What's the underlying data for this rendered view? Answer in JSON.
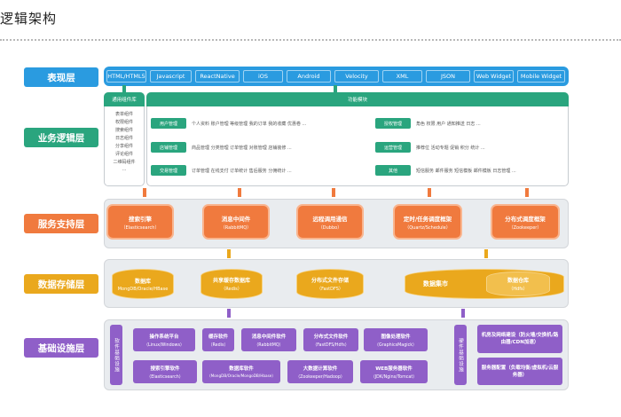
{
  "page": {
    "title": "逻辑架构"
  },
  "colors": {
    "presentation": "#2a9be0",
    "business": "#2aa57e",
    "service": "#f07a3e",
    "storage": "#eaa81d",
    "infrastructure": "#8f5fc8",
    "connector_service": "#f07a3e",
    "connector_storage": "#eaa81d",
    "connector_infra": "#8f5fc8"
  },
  "layers": {
    "presentation": {
      "label": "表现层",
      "items": [
        "HTML/HTML5",
        "Javascript",
        "ReactNative",
        "iOS",
        "Android",
        "Velocity",
        "XML",
        "JSON",
        "Web Widget",
        "Mobile Widget"
      ]
    },
    "business": {
      "label": "业务逻辑层",
      "left_title": "通用组件库",
      "left_items": [
        "表单组件",
        "权限组件",
        "搜索组件",
        "日志组件",
        "分享组件",
        "评论组件",
        "二维码组件",
        "..."
      ],
      "right_title": "功能模块",
      "rows": [
        {
          "tag": "用户管理",
          "text": "个人资料   账户管理   等级管理   我的订单   我的收藏   优惠卷   ...",
          "tag2": "授权管理",
          "text2": "角色   权限   用户   通知推送   日志   ..."
        },
        {
          "tag": "店铺管理",
          "text": "商品管理   分类管理   订单管理   对账管理   店铺装修   ...",
          "tag2": "运营管理",
          "text2": "推荐位   活动专题   促销   积分   统计   ..."
        },
        {
          "tag": "交易管理",
          "text": "订单管理   在线支付   订单统计   售后服务   分佣统计   ...",
          "tag2": "其他",
          "text2": "短信服务   邮件服务   短信模板   邮件模板   日志管理   ..."
        }
      ]
    },
    "service": {
      "label": "服务支持层",
      "items": [
        {
          "title": "搜索引擎",
          "sub": "（Elasticsearch）"
        },
        {
          "title": "消息中间件",
          "sub": "（RabbitMQ）"
        },
        {
          "title": "远程调用通信",
          "sub": "（Dubbo）"
        },
        {
          "title": "定时/任务调度框架",
          "sub": "（Quartz/Schedule）"
        },
        {
          "title": "分布式调度框架",
          "sub": "（Zookeeper）"
        }
      ]
    },
    "storage": {
      "label": "数据存储层",
      "items": [
        {
          "title": "数据库",
          "sub": "MongDB/Oracle/HBase"
        },
        {
          "title": "共享缓存数据库",
          "sub": "（Redis）"
        },
        {
          "title": "分布式文件存储",
          "sub": "（FastDFS）"
        },
        {
          "title": "数据集市",
          "sub": ""
        },
        {
          "title": "数据仓库",
          "sub": "（Hdfs）"
        }
      ]
    },
    "infrastructure": {
      "label": "基础设施层",
      "left_side": "软件基础设施",
      "right_side": "硬件基础设施",
      "items": [
        {
          "title": "操作系统平台",
          "sub": "（Linux/Windows）"
        },
        {
          "title": "缓存软件",
          "sub": "（Redis）"
        },
        {
          "title": "消息中间件软件",
          "sub": "（RabbitMQ）"
        },
        {
          "title": "分布式文件软件",
          "sub": "（FastDFS/Hdfs）"
        },
        {
          "title": "图像处理软件",
          "sub": "（GraphicsMagick）"
        },
        {
          "title": "搜索引擎软件",
          "sub": "（Elasticsearch）"
        },
        {
          "title": "数据库软件",
          "sub": "（MongDB/Oracle/MongoDB/Hbase）"
        },
        {
          "title": "大数据计算软件",
          "sub": "（Zookeeper/Hadoop）"
        },
        {
          "title": "WEB服务器软件",
          "sub": "（JDK/Nginx/Tomcat）"
        }
      ],
      "hardware": [
        {
          "title": "机房及网络建设（防火墙/交换机/路由器/CDN加速）"
        },
        {
          "title": "服务器配置（负载均衡/虚拟机/云服务器）"
        }
      ]
    }
  }
}
